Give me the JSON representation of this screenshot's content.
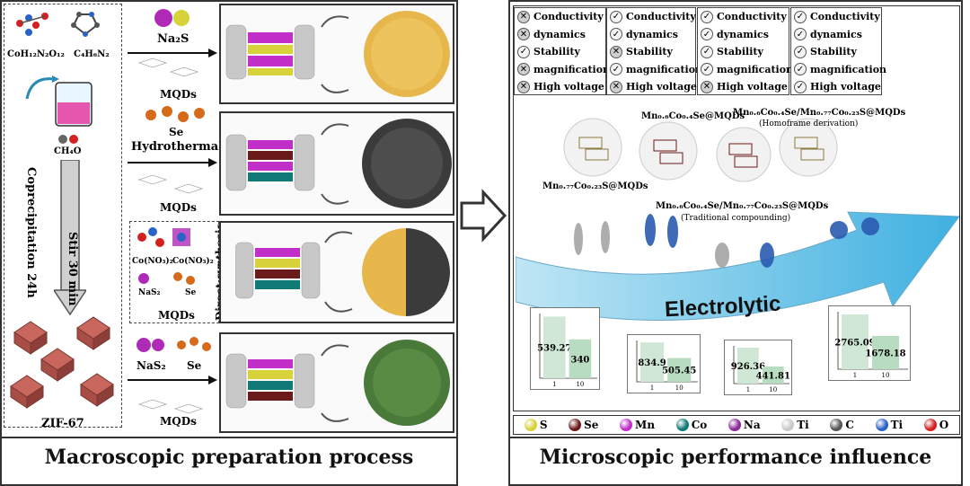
{
  "left_panel": {
    "caption": "Macroscopic preparation process",
    "reagents": [
      "CoH₁₂N₂O₁₂",
      "C₄H₆N₂"
    ],
    "solvent": "CH₄O",
    "steps": [
      "Stir 30 min",
      "Coprecipitation 24h"
    ],
    "product": "ZIF-67",
    "routes": [
      {
        "reagent": "Na₂S",
        "additive": "MQDs"
      },
      {
        "reagent": "Se",
        "method": "Hydrothermal",
        "additive": "MQDs"
      },
      {
        "reagents": [
          "Co(NO₃)₂",
          "Co(NO₃)₂",
          "NaS₂",
          "Se"
        ],
        "method": "Direct synthesis",
        "additive": "MQDs"
      },
      {
        "reagents": [
          "NaS₂",
          "Se"
        ],
        "additive": "MQDs"
      }
    ]
  },
  "right_panel": {
    "caption": "Microscopic performance influence",
    "checklists": [
      {
        "items": [
          {
            "label": "Conductivity",
            "ok": false
          },
          {
            "label": "dynamics",
            "ok": false
          },
          {
            "label": "Stability",
            "ok": true
          },
          {
            "label": "magnification",
            "ok": false
          },
          {
            "label": "High voltage",
            "ok": false
          }
        ]
      },
      {
        "items": [
          {
            "label": "Conductivity",
            "ok": true
          },
          {
            "label": "dynamics",
            "ok": true
          },
          {
            "label": "Stability",
            "ok": false
          },
          {
            "label": "magnification",
            "ok": true
          },
          {
            "label": "High voltage",
            "ok": false
          }
        ]
      },
      {
        "items": [
          {
            "label": "Conductivity",
            "ok": true
          },
          {
            "label": "dynamics",
            "ok": true
          },
          {
            "label": "Stability",
            "ok": true
          },
          {
            "label": "magnification",
            "ok": true
          },
          {
            "label": "High voltage",
            "ok": false
          }
        ]
      },
      {
        "items": [
          {
            "label": "Conductivity",
            "ok": true
          },
          {
            "label": "dynamics",
            "ok": true
          },
          {
            "label": "Stability",
            "ok": true
          },
          {
            "label": "magnification",
            "ok": true
          },
          {
            "label": "High voltage",
            "ok": true
          }
        ]
      }
    ],
    "materials": {
      "m1": "Mn₀.₇₇Co₀.₂₃S@MQDs",
      "m2": "Mn₀.₆Co₀.₄Se@MQDs",
      "m3": "Mn₀.₆Co₀.₄Se/Mn₀.₇₇Co₀.₂₃S@MQDs",
      "m3_note": "(Traditional compounding)",
      "m4": "Mn₀.₆Co₀.₄Se/Mn₀.₇₇Co₀.₂₃S@MQDs",
      "m4_note": "(Homoframe derivation)"
    },
    "arrow_label": "Electrolytic",
    "mini_charts": [
      {
        "values": [
          539.27,
          340
        ],
        "labels": [
          "539.27",
          "340"
        ],
        "x": [
          "1",
          "10"
        ]
      },
      {
        "values": [
          834.9,
          505.45
        ],
        "labels": [
          "834.9",
          "505.45"
        ],
        "x": [
          "1",
          "10"
        ]
      },
      {
        "values": [
          926.36,
          441.81
        ],
        "labels": [
          "926.36",
          "441.81"
        ],
        "x": [
          "1",
          "10"
        ]
      },
      {
        "values": [
          2765.09,
          1678.18
        ],
        "labels": [
          "2765.09",
          "1678.18"
        ],
        "x": [
          "1",
          "10"
        ]
      }
    ],
    "legend": [
      {
        "symbol": "S",
        "color": "#d8d23a"
      },
      {
        "symbol": "Se",
        "color": "#6a1a1a"
      },
      {
        "symbol": "Mn",
        "color": "#c22ec8"
      },
      {
        "symbol": "Co",
        "color": "#0f7a76"
      },
      {
        "symbol": "Na",
        "color": "#8a2a9a"
      },
      {
        "symbol": "Ti",
        "color": "#c9c9c9"
      },
      {
        "symbol": "C",
        "color": "#555555"
      },
      {
        "symbol": "Ti",
        "color": "#2a62c8"
      },
      {
        "symbol": "O",
        "color": "#d42020"
      }
    ]
  }
}
